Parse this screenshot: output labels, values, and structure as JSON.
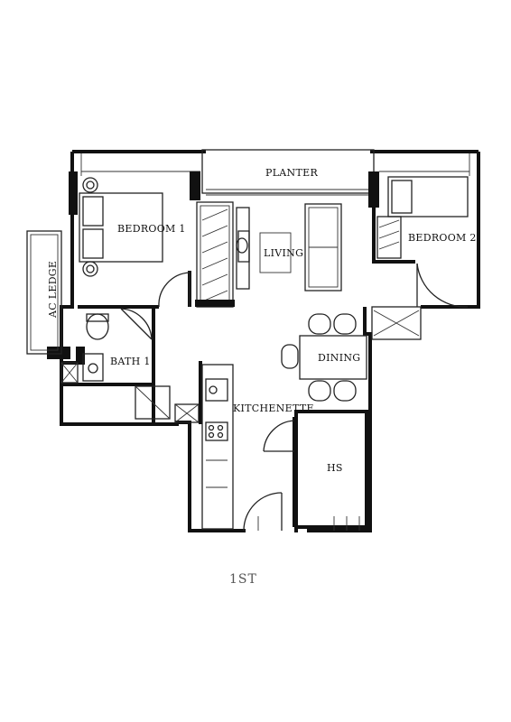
{
  "rooms": {
    "planter": "PLANTER",
    "bedroom1": "BEDROOM 1",
    "bedroom2": "BEDROOM 2",
    "living": "LIVING",
    "dining": "DINING",
    "bath1": "BATH 1",
    "kitchenette": "KITCHENETTE",
    "hs": "HS",
    "ac_ledge": "AC LEDGE"
  },
  "floor_label": "1ST"
}
